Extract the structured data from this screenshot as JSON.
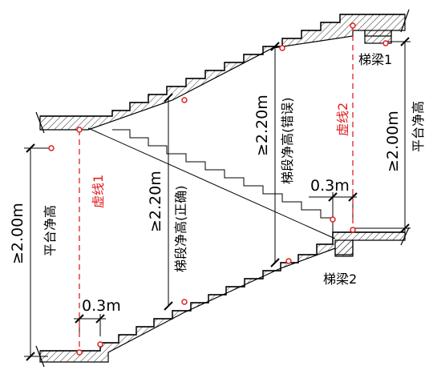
{
  "labels": {
    "beam1": "梯梁1",
    "beam2": "梯梁2",
    "virtual_line_1": "虚线1",
    "virtual_line_2": "虚线2",
    "platform_height": "平台净高",
    "height_2_00": "≥2.00m",
    "height_2_20": "≥2.20m",
    "stair_height_correct": "梯段净高(正确)",
    "stair_height_wrong": "梯段净高(错误)",
    "offset_0_3": "0.3m"
  },
  "colors": {
    "line": "#000000",
    "guide": "#e02020",
    "point": "#e02020"
  }
}
